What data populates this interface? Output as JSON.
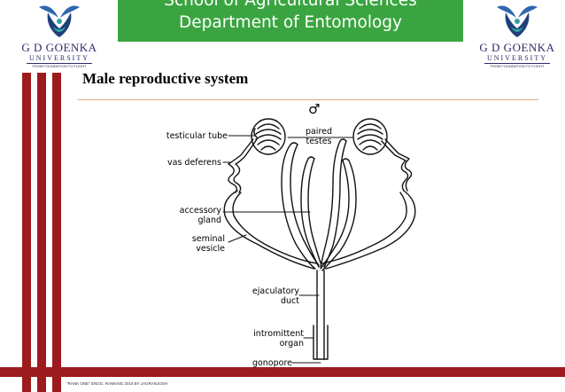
{
  "header": {
    "line1": "School of Agricultural Sciences",
    "line2": "Department of Entomology",
    "banner_color": "#3aa540"
  },
  "logo": {
    "name": "G D GOENKA",
    "university": "UNIVERSITY",
    "tagline": "FROM FOUNDATION TO FLIGHT"
  },
  "slide": {
    "title": "Male reproductive system",
    "accent_color": "#9c1b1e",
    "footer": "\"RANK ONE\" ENGG. RANKING 2019 BY JAGRANJOSH"
  },
  "diagram": {
    "symbol": "♂",
    "labels": {
      "testicular_tube": "testicular tube",
      "paired_testes_1": "paired",
      "paired_testes_2": "testes",
      "vas_deferens": "vas deferens",
      "accessory_gland_1": "accessory",
      "accessory_gland_2": "gland",
      "seminal_vesicle_1": "seminal",
      "seminal_vesicle_2": "vesicle",
      "ejaculatory_duct_1": "ejaculatory",
      "ejaculatory_duct_2": "duct",
      "intromittent_organ_1": "intromittent",
      "intromittent_organ_2": "organ",
      "gonopore": "gonopore"
    }
  }
}
